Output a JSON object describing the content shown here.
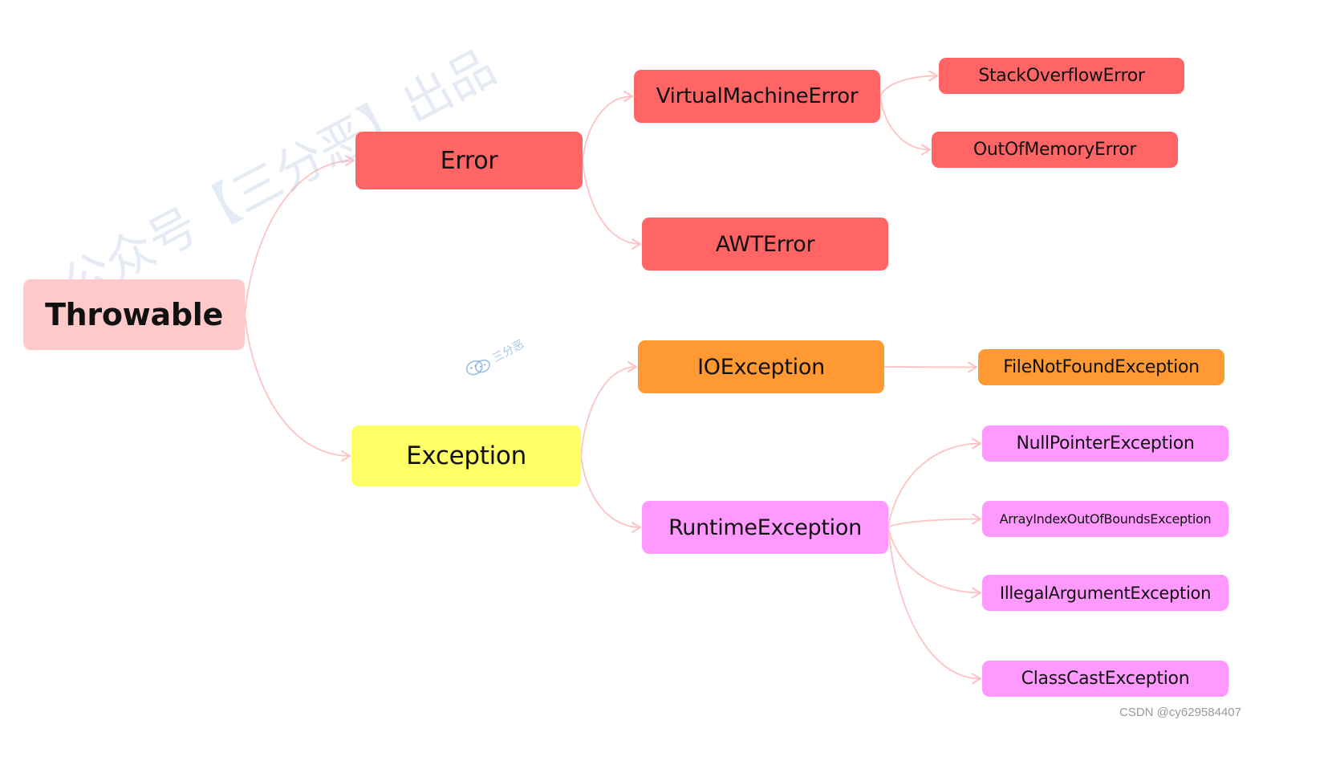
{
  "diagram": {
    "nodes": [
      {
        "id": "throwable",
        "label": "Throwable",
        "color": "#ffc9c9"
      },
      {
        "id": "error",
        "label": "Error",
        "color": "#ff6565"
      },
      {
        "id": "exception",
        "label": "Exception",
        "color": "#ffff66"
      },
      {
        "id": "virtual_machine_error",
        "label": "VirtualMachineError",
        "color": "#ff6565"
      },
      {
        "id": "awt_error",
        "label": "AWTError",
        "color": "#ff6565"
      },
      {
        "id": "stack_overflow_error",
        "label": "StackOverflowError",
        "color": "#ff6565"
      },
      {
        "id": "out_of_memory_error",
        "label": "OutOfMemoryError",
        "color": "#ff6565"
      },
      {
        "id": "io_exception",
        "label": "IOException",
        "color": "#ff9933"
      },
      {
        "id": "file_not_found_exception",
        "label": "FileNotFoundException",
        "color": "#ff9933"
      },
      {
        "id": "runtime_exception",
        "label": "RuntimeException",
        "color": "#ff99ff"
      },
      {
        "id": "null_pointer_exception",
        "label": "NullPointerException",
        "color": "#ff99ff"
      },
      {
        "id": "array_index_out_of_bounds_exception",
        "label": "ArrayIndexOutOfBoundsException",
        "color": "#ff99ff"
      },
      {
        "id": "illegal_argument_exception",
        "label": "IllegalArgumentException",
        "color": "#ff99ff"
      },
      {
        "id": "class_cast_exception",
        "label": "ClassCastException",
        "color": "#ff99ff"
      }
    ],
    "edges": [
      {
        "from": "throwable",
        "to": "error"
      },
      {
        "from": "throwable",
        "to": "exception"
      },
      {
        "from": "error",
        "to": "virtual_machine_error"
      },
      {
        "from": "error",
        "to": "awt_error"
      },
      {
        "from": "virtual_machine_error",
        "to": "stack_overflow_error"
      },
      {
        "from": "virtual_machine_error",
        "to": "out_of_memory_error"
      },
      {
        "from": "exception",
        "to": "io_exception"
      },
      {
        "from": "exception",
        "to": "runtime_exception"
      },
      {
        "from": "io_exception",
        "to": "file_not_found_exception"
      },
      {
        "from": "runtime_exception",
        "to": "null_pointer_exception"
      },
      {
        "from": "runtime_exception",
        "to": "array_index_out_of_bounds_exception"
      },
      {
        "from": "runtime_exception",
        "to": "illegal_argument_exception"
      },
      {
        "from": "runtime_exception",
        "to": "class_cast_exception"
      }
    ],
    "edge_color": "#ffc2c2"
  },
  "watermark": {
    "text": "公众号【三分恶】出品",
    "small_text": "三分恶",
    "small_icon": "wechat-icon"
  },
  "credit": "CSDN @cy629584407"
}
